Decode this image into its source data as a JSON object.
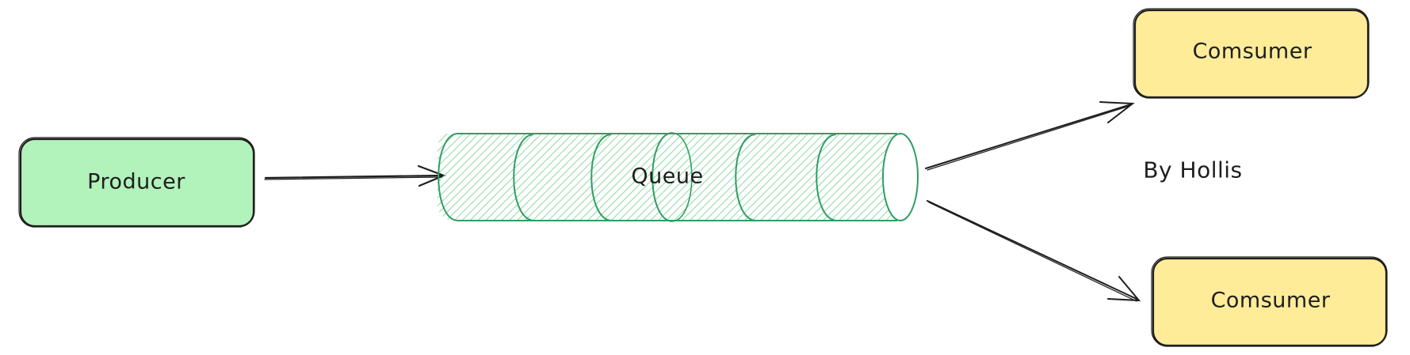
{
  "nodes": {
    "producer": {
      "label": "Producer",
      "fill": "#b2f2bb"
    },
    "queue": {
      "label": "Queue",
      "stroke": "#2f9e63",
      "hatch": "#8ed8a5"
    },
    "consumer_top": {
      "label": "Comsumer",
      "fill": "#ffec99"
    },
    "consumer_bottom": {
      "label": "Comsumer",
      "fill": "#ffec99"
    }
  },
  "annotation": {
    "text": "By Hollis"
  },
  "colors": {
    "stroke": "#1e1e1e",
    "background": "#ffffff"
  }
}
